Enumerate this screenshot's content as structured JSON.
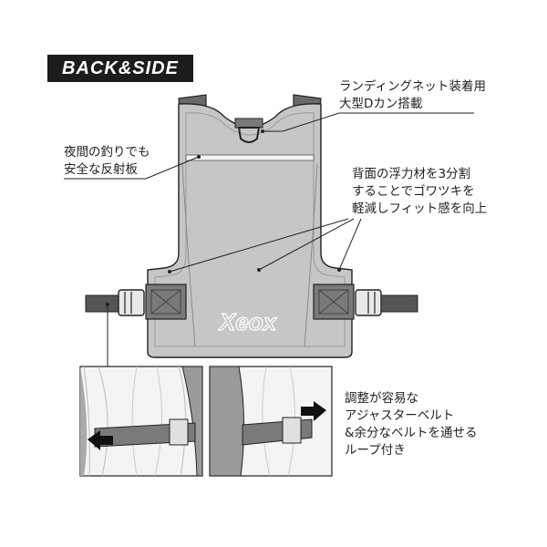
{
  "header": {
    "badge": "BACK&SIDE"
  },
  "callouts": {
    "landing_net": {
      "line1": "ランディングネット装着用",
      "line2": "大型Dカン搭載"
    },
    "reflector": {
      "line1": "夜間の釣りでも",
      "line2": "安全な反射板"
    },
    "float": {
      "line1": "背面の浮力材を3分割",
      "line2": "することでゴワツキを",
      "line3": "軽減しフィット感を向上"
    },
    "belt": {
      "line1": "調整が容易な",
      "line2": "アジャスターベルト",
      "line3": "&余分なベルトを通せる",
      "line4": "ループ付き"
    }
  },
  "logo": {
    "text": "Xeox"
  },
  "colors": {
    "vest_body": "#c4c4c4",
    "vest_trim": "#8a8a8a",
    "belt": "#555555",
    "ink": "#222222"
  }
}
